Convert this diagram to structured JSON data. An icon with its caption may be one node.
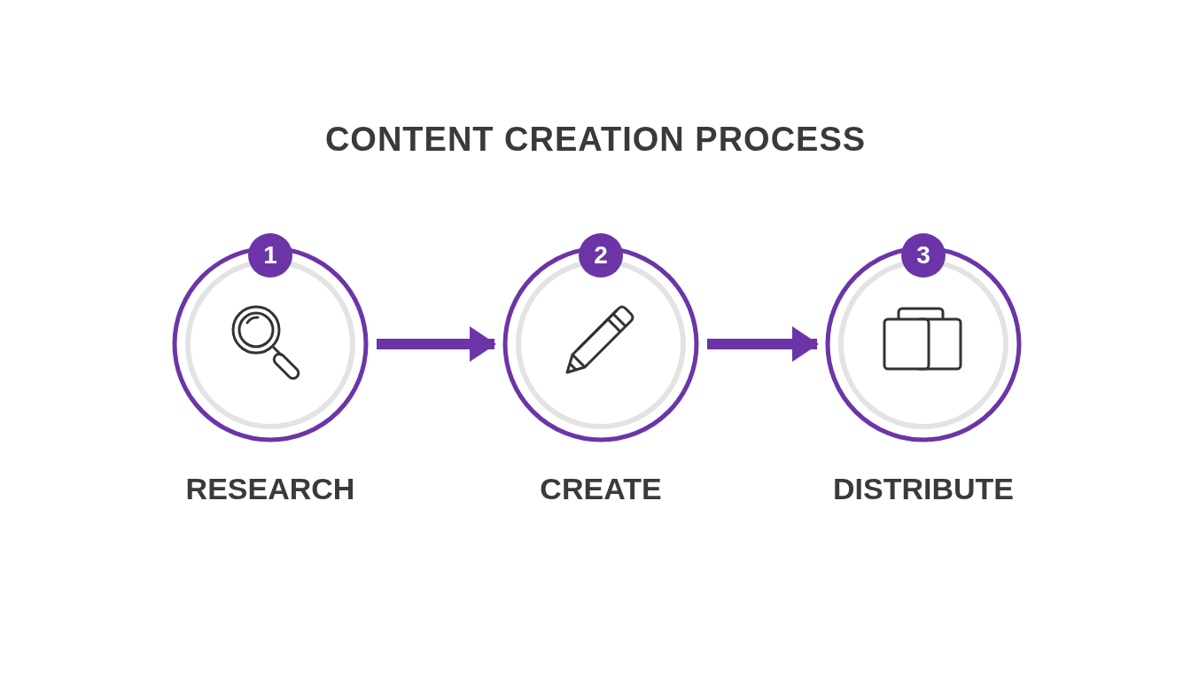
{
  "diagram": {
    "title": "CONTENT CREATION PROCESS",
    "nodes": [
      {
        "text": [
          "1",
          "RESEARCH"
        ]
      },
      {
        "text": [
          "2",
          "CREATE"
        ]
      },
      {
        "text": [
          "3",
          "DISTRIBUTE"
        ]
      }
    ],
    "edges": [
      {
        "from": 0,
        "to": 1,
        "arrow": "to"
      },
      {
        "from": 1,
        "to": 2,
        "arrow": "to"
      }
    ]
  }
}
